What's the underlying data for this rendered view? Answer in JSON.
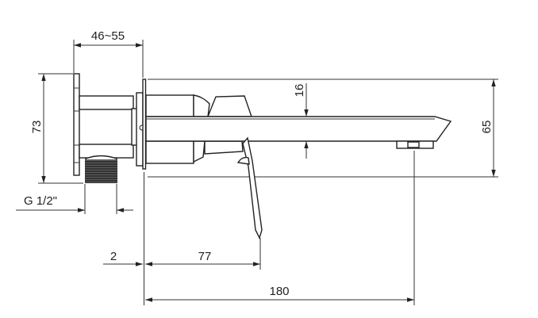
{
  "title": "Wall-mounted basin mixer dimension drawing",
  "dimensions": {
    "depth_range": "46~55",
    "plate_height": "73",
    "thread": "G 1/2\"",
    "spout_thickness": "16",
    "total_height": "65",
    "wall_gap": "2",
    "lever_offset": "77",
    "spout_reach": "180"
  },
  "colors": {
    "line": "#222222",
    "background": "#ffffff"
  }
}
